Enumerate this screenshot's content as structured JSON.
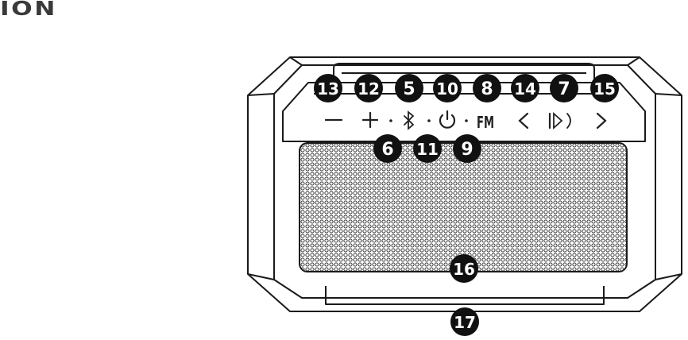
{
  "brand": {
    "logo_text": "ION"
  },
  "panel_symbols": {
    "bluetooth": "bluetooth-icon",
    "power": "power-icon",
    "fm_label": "FM",
    "prev": "previous-icon",
    "play_pause": "play-pause-icon",
    "next": "next-icon",
    "volume_down": "minus-icon",
    "volume_up": "plus-icon"
  },
  "callouts": {
    "c13": "13",
    "c12": "12",
    "c5": "5",
    "c10": "10",
    "c8": "8",
    "c14": "14",
    "c7": "7",
    "c15": "15",
    "c6": "6",
    "c11": "11",
    "c9": "9",
    "c16": "16",
    "c17": "17"
  },
  "colors": {
    "line": "#1a1a1a",
    "callout_fill": "#111111",
    "logo": "#3a3a3a"
  }
}
